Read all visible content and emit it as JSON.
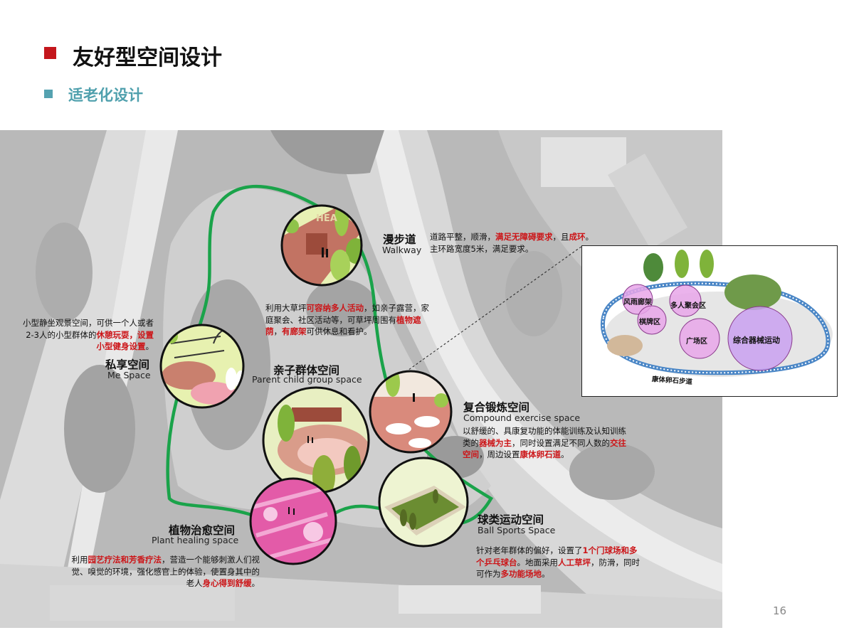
{
  "header": {
    "title": "友好型空间设计",
    "subtitle": "适老化设计",
    "page_number": "16"
  },
  "colors": {
    "title_marker": "#c4161c",
    "subtitle_marker": "#55a2b0",
    "subtitle_text": "#4fa0ad",
    "route": "#1aa34a",
    "highlight": "#cc1518",
    "zone_fill": "#e7a6e9",
    "track": "#4a86c6"
  },
  "zones": {
    "walkway": {
      "name_zh": "漫步道",
      "name_en": "Walkway",
      "desc": [
        {
          "t": "道路平整，顺滑，",
          "h": false
        },
        {
          "t": "满足无障碍要求",
          "h": true
        },
        {
          "t": "，且",
          "h": false
        },
        {
          "t": "成环",
          "h": true
        },
        {
          "t": "。主环路宽度5米，满足要求。",
          "h": false
        }
      ]
    },
    "lawn_desc": [
      {
        "t": "利用大草坪",
        "h": false
      },
      {
        "t": "可容纳多人活动",
        "h": true
      },
      {
        "t": "，如亲子露营，家庭聚会、社区活动等，可草坪周围有",
        "h": false
      },
      {
        "t": "植物遮荫",
        "h": true
      },
      {
        "t": "，",
        "h": false
      },
      {
        "t": "有廊架",
        "h": true
      },
      {
        "t": "可供休息和看护。",
        "h": false
      }
    ],
    "me_space": {
      "name_zh": "私享空间",
      "name_en": "Me Space",
      "desc": [
        {
          "t": "小型静坐观景空间，可供一个人或者2-3人的小型群体的",
          "h": false
        },
        {
          "t": "休憩玩耍，设置小型健身设置",
          "h": true
        },
        {
          "t": "。",
          "h": false
        }
      ]
    },
    "parent_child": {
      "name_zh": "亲子群体空间",
      "name_en": "Parent child group space"
    },
    "compound": {
      "name_zh": "复合锻炼空间",
      "name_en": "Compound exercise space",
      "desc": [
        {
          "t": " 以舒缓的、具康复功能的体能训练及认知训练类的",
          "h": false
        },
        {
          "t": "器械为主",
          "h": true
        },
        {
          "t": "，同时设置满足不同人数的",
          "h": false
        },
        {
          "t": "交往空间",
          "h": true
        },
        {
          "t": "，周边设置",
          "h": false
        },
        {
          "t": "康体卵石道",
          "h": true
        },
        {
          "t": "。",
          "h": false
        }
      ]
    },
    "ball_sports": {
      "name_zh": "球类运动空间",
      "name_en": "Ball Sports Space",
      "desc": [
        {
          "t": "针对老年群体的偏好，设置了",
          "h": false
        },
        {
          "t": "1个门球场和多个乒乓球台",
          "h": true
        },
        {
          "t": "。地面采用",
          "h": false
        },
        {
          "t": "人工草坪",
          "h": true
        },
        {
          "t": "，防滑，同时可作为",
          "h": false
        },
        {
          "t": "多功能场地",
          "h": true
        },
        {
          "t": "。",
          "h": false
        }
      ]
    },
    "healing": {
      "name_zh": "植物治愈空间",
      "name_en": "Plant healing space",
      "desc": [
        {
          "t": "利用",
          "h": false
        },
        {
          "t": "园艺疗法和芳香疗法",
          "h": true
        },
        {
          "t": "，营造一个能够刺激人们视觉、嗅觉的环境，强化感官上的体验，使置身其中的老人",
          "h": false
        },
        {
          "t": "身心得到舒缓",
          "h": true
        },
        {
          "t": "。",
          "h": false
        }
      ]
    }
  },
  "inset": {
    "zones": [
      "风雨廊架",
      "多人聚会区",
      "棋牌区",
      "广场区",
      "综合器械运动"
    ],
    "path_label": "康体卵石步道"
  },
  "illustration_text": {
    "sign": "HEA"
  }
}
